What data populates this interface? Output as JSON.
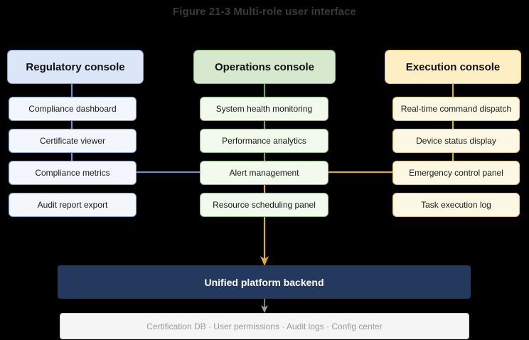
{
  "figure": {
    "title": "Figure 21-3 Multi-role user interface"
  },
  "colors": {
    "background": "#000000",
    "title_text": "#3a3a3a",
    "regulatory_fill": "#dbe6f8",
    "regulatory_border": "#7f9fd4",
    "regulatory_item_fill": "#f3f7fd",
    "operations_fill": "#d6e8cd",
    "operations_border": "#8dba74",
    "operations_item_fill": "#f2faed",
    "execution_fill": "#fdeec4",
    "execution_border": "#e3c46a",
    "execution_item_fill": "#fdf8e3",
    "backend_fill": "#23395e",
    "backend_text": "#ffffff",
    "footer_fill": "#f5f5f5",
    "footer_text": "#9a9a9a",
    "wire_blue": "#7490c8",
    "wire_green": "#6aa84f",
    "wire_orange": "#dbab32",
    "wire_gray": "#9e9e9e"
  },
  "columns": [
    {
      "key": "regulatory",
      "header": "Regulatory console",
      "items": [
        "Compliance dashboard",
        "Certificate viewer",
        "Compliance metrics",
        "Audit report export"
      ]
    },
    {
      "key": "operations",
      "header": "Operations console",
      "items": [
        "System health monitoring",
        "Performance analytics",
        "Alert management",
        "Resource scheduling panel"
      ]
    },
    {
      "key": "execution",
      "header": "Execution console",
      "items": [
        "Real-time command dispatch",
        "Device status display",
        "Emergency control panel",
        "Task execution log"
      ]
    }
  ],
  "backend": {
    "label": "Unified platform backend"
  },
  "footer": {
    "label": "Certification DB · User permissions · Audit logs · Config center"
  }
}
